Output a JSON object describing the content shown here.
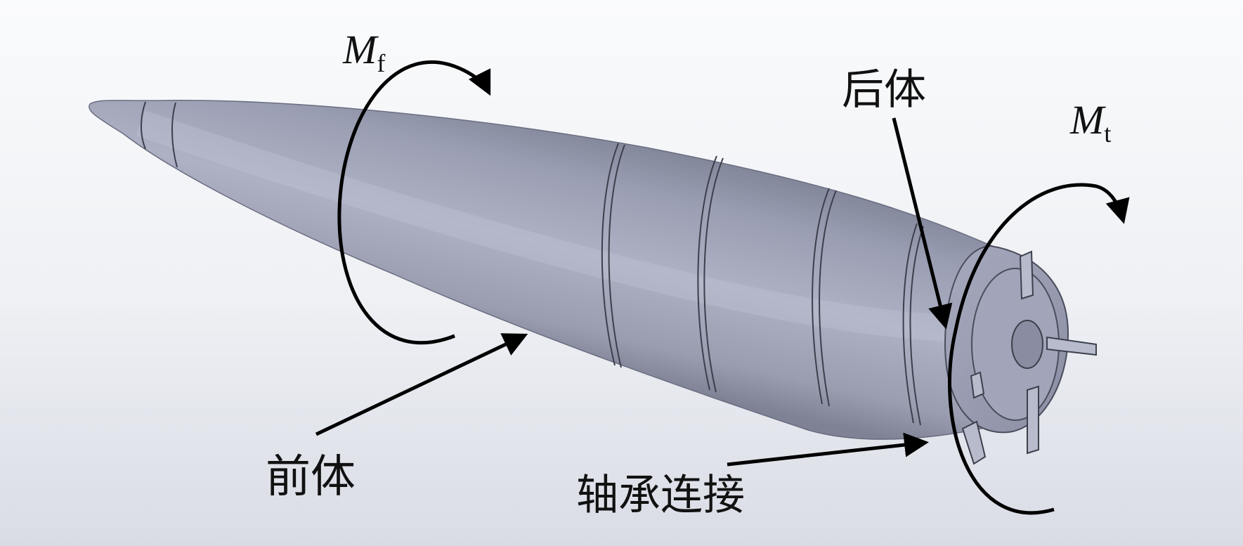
{
  "labels": {
    "front_body": "前体",
    "rear_body": "后体",
    "bearing_connection": "轴承连接",
    "moment_front": {
      "symbol": "M",
      "subscript": "f"
    },
    "moment_tail": {
      "symbol": "M",
      "subscript": "t"
    }
  },
  "colors": {
    "background_top": "#f7f8fa",
    "background_bottom": "#dfe2ea",
    "body_light": "#b4b7c8",
    "body_mid": "#9a9db2",
    "body_dark": "#6e7286",
    "groove": "#3c3f4c",
    "arrow": "#000000"
  },
  "icons": [
    "curved-arrow-icon",
    "straight-arrow-icon"
  ]
}
